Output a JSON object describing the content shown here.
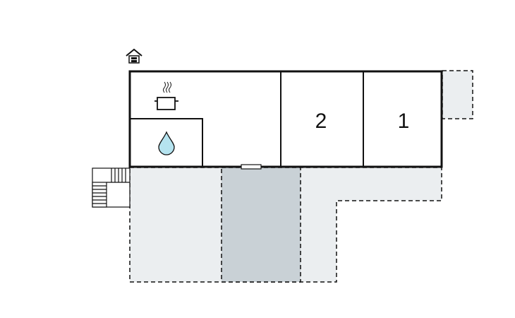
{
  "floorplan": {
    "rooms": [
      {
        "id": "kitchen",
        "icon": "cooking-pot-icon"
      },
      {
        "id": "bathroom",
        "icon": "water-drop-icon"
      },
      {
        "id": "bedroom-2",
        "label": "2"
      },
      {
        "id": "bedroom-1",
        "label": "1"
      }
    ],
    "entrance_icon": "house-entrance-icon",
    "exterior": [
      "terrace",
      "covered-terrace",
      "side-terrace",
      "stairs"
    ],
    "colors": {
      "wall": "#111111",
      "terrace": "#ebeef0",
      "covered_terrace": "#c9d1d6",
      "water": "#b5e3ef"
    }
  }
}
